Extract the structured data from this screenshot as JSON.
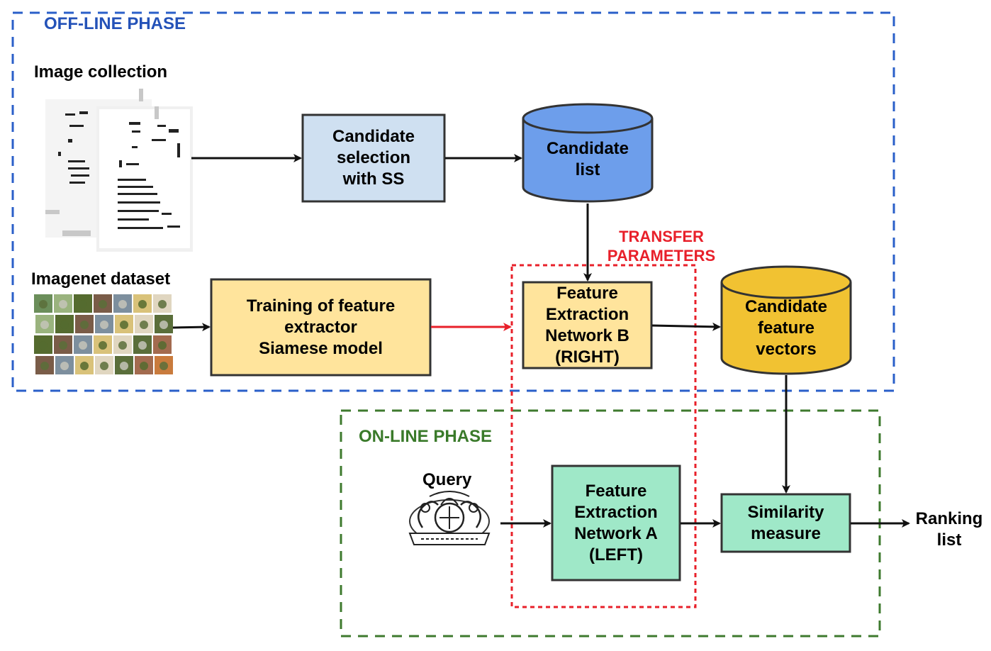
{
  "phases": {
    "offline": "OFF-LINE PHASE",
    "online": "ON-LINE PHASE"
  },
  "labels": {
    "image_collection": "Image collection",
    "imagenet_dataset": "Imagenet dataset",
    "query": "Query",
    "transfer_parameters": "TRANSFER\nPARAMETERS",
    "ranking_list": "Ranking\nlist"
  },
  "nodes": {
    "candidate_selection": "Candidate\nselection\nwith SS",
    "candidate_list": "Candidate\nlist",
    "training": "Training of feature\nextractor\nSiamese model",
    "network_b": "Feature\nExtraction\nNetwork B\n(RIGHT)",
    "candidate_feature_vectors": "Candidate\nfeature\nvectors",
    "network_a": "Feature\nExtraction\nNetwork A\n(LEFT)",
    "similarity_measure": "Similarity\nmeasure"
  },
  "colors": {
    "offline_border": "#2a5fc9",
    "offline_text": "#2452b8",
    "online_border": "#3e7a2e",
    "online_text": "#3a7a2a",
    "transfer_border": "#e8202a",
    "transfer_text": "#e8202a",
    "light_blue_box": "#cfe0f1",
    "blue_cylinder": "#6d9eeb",
    "yellow_box": "#ffe49c",
    "gold_cylinder": "#f1c232",
    "green_box": "#9fe8c8",
    "red_arrow": "#e8202a"
  },
  "icons": [
    "document-images-icon",
    "imagenet-thumbnails-icon",
    "logo-query-icon"
  ]
}
